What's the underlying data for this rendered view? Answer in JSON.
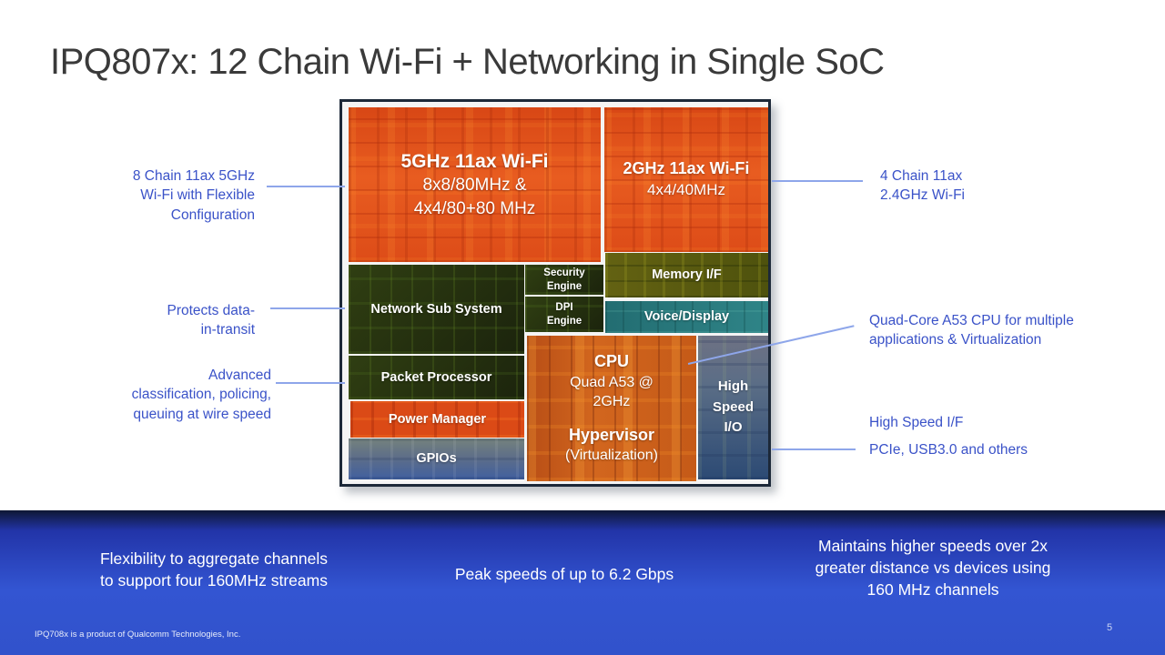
{
  "slide": {
    "title": "IPQ807x: 12 Chain Wi-Fi + Networking in Single SoC",
    "footnote": "IPQ708x is a product of Qualcomm Technologies, Inc.",
    "page_number": "5"
  },
  "chip": {
    "blocks": {
      "wifi5": {
        "title": "5GHz 11ax Wi-Fi",
        "subtitle": "8x8/80MHz &\n4x4/80+80 MHz"
      },
      "wifi2": {
        "title": "2GHz 11ax Wi-Fi",
        "subtitle": "4x4/40MHz"
      },
      "nss": {
        "label": "Network Sub System"
      },
      "security": {
        "label": "Security\nEngine"
      },
      "dpi": {
        "label": "DPI\nEngine"
      },
      "memory": {
        "label": "Memory I/F"
      },
      "voice": {
        "label": "Voice/Display"
      },
      "cpu": {
        "title": "CPU",
        "subtitle": "Quad A53 @\n2GHz",
        "title2": "Hypervisor",
        "subtitle2": "(Virtualization)"
      },
      "packet": {
        "label": "Packet Processor"
      },
      "power": {
        "label": "Power Manager"
      },
      "gpio": {
        "label": "GPIOs"
      },
      "hsio": {
        "label": "High\nSpeed\nI/O"
      }
    }
  },
  "callouts": {
    "left": [
      {
        "text": "8 Chain 11ax 5GHz\nWi-Fi with Flexible\nConfiguration"
      },
      {
        "text": "Protects data-\nin-transit"
      },
      {
        "text": "Advanced\nclassification, policing,\nqueuing at wire speed"
      }
    ],
    "right": [
      {
        "text": "4 Chain 11ax\n2.4GHz Wi-Fi"
      },
      {
        "text": "Quad-Core A53 CPU for multiple\napplications & Virtualization"
      },
      {
        "text": "High Speed I/F"
      },
      {
        "text": "PCIe, USB3.0 and others"
      }
    ]
  },
  "banner": {
    "items": [
      {
        "text": "Flexibility to aggregate channels\nto support four 160MHz streams"
      },
      {
        "text": "Peak speeds of up to 6.2 Gbps"
      },
      {
        "text": "Maintains higher speeds over 2x\ngreater distance vs devices using\n160 MHz channels"
      }
    ]
  },
  "colors": {
    "accent_blue": "#3A52C8",
    "connector_blue": "#8EA6EA",
    "banner_blue": "#3355D2",
    "banner_top": "#0E1733",
    "wifi_orange": "#E0511E",
    "cpu_orange": "#C8581A",
    "dark_green": "#232D10",
    "olive_green": "#53560E",
    "teal": "#2C8084",
    "power_red": "#DB4A16",
    "title_gray": "#3A3A3A"
  }
}
